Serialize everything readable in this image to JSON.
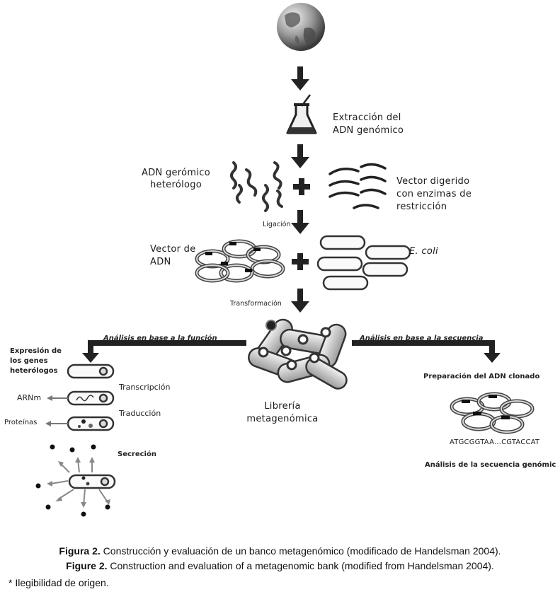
{
  "steps": {
    "extraction": [
      "Extracción del",
      "ADN genómico"
    ],
    "heterologous_dna": [
      "ADN gerómico",
      "heterólogo"
    ],
    "digested_vector": [
      "Vector digerido",
      "con enzimas de",
      "restricción"
    ],
    "ligation": "Ligación",
    "dna_vector": [
      "Vector de",
      "ADN"
    ],
    "ecoli": "E. coli",
    "transformation": "Transformación",
    "library": [
      "Librería",
      "metagenómica"
    ]
  },
  "left_branch": {
    "header": "Análisis en base a la función",
    "expression": [
      "Expresión de",
      "los genes",
      "heterólogos"
    ],
    "transcription": "Transcripción",
    "mrna": "ARNm",
    "translation": "Traducción",
    "proteins": "Proteínas",
    "secretion": "Secreción"
  },
  "right_branch": {
    "header": "Análisis en base a la secuencia",
    "prep": "Preparación del ADN clonado",
    "sequence": "ATGCGGTAA...CGTACCAT",
    "analysis": "Análisis de la secuencia genómic"
  },
  "caption": {
    "es_label": "Figura 2.",
    "es_text": " Construcción y evaluación de un banco metagenómico (modificado de Handelsman 2004).",
    "en_label": "Figure 2.",
    "en_text": " Construction and evaluation of a metagenomic bank (modified from Handelsman 2004).",
    "note": "* Ilegibilidad de origen."
  }
}
